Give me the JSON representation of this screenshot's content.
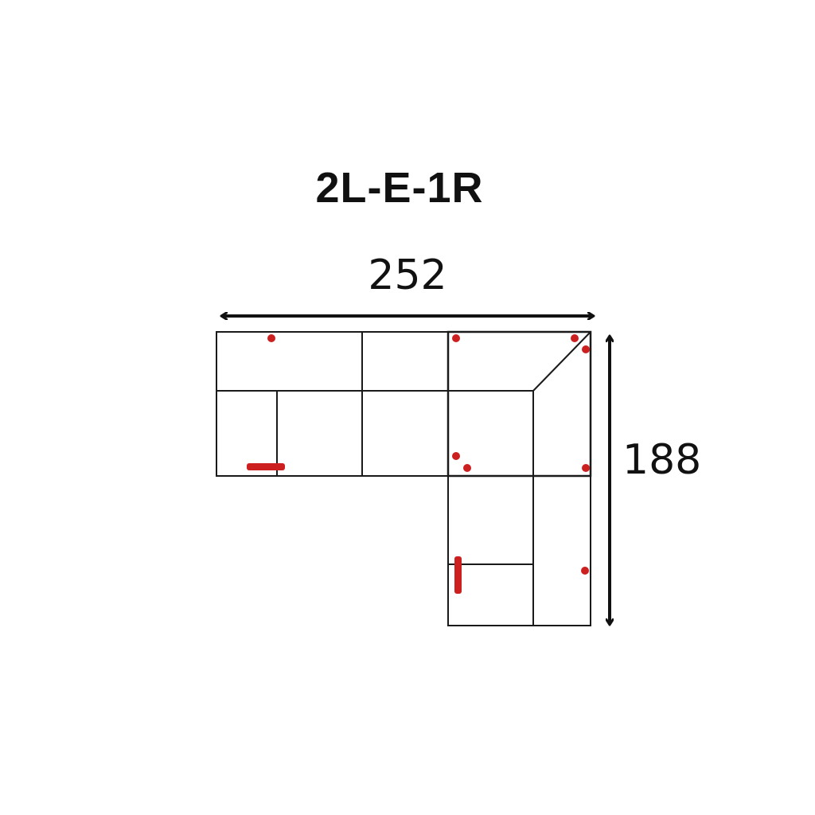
{
  "title": "2L-E-1R",
  "dimensions": {
    "width_label": "252",
    "depth_label": "188"
  },
  "colors": {
    "outline": "#1a1a1a",
    "marker": "#cc1f1f",
    "text": "#111111"
  }
}
